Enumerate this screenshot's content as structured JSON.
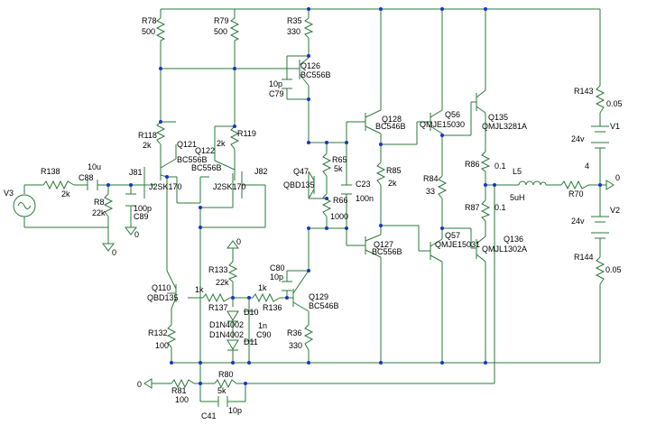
{
  "labels": {
    "R78": "R78",
    "R78v": "500",
    "R79": "R79",
    "R79v": "500",
    "R35": "R35",
    "R35v": "330",
    "Q126": "Q126",
    "Q126t": "BC556B",
    "C79v": "10p",
    "C79": "C79",
    "R143": "R143",
    "R143v": "0.05",
    "V1": "V1",
    "V1v": "24v",
    "R118": "R118",
    "R118v": "2k",
    "Q121": "Q121",
    "Q121t": "BC556B",
    "Q122": "Q122",
    "Q122t": "BC556B",
    "R119": "R119",
    "R119v": "2k",
    "Q128": "Q128",
    "Q128t": "BC546B",
    "Q56": "Q56",
    "Q56t": "QMJE15030",
    "Q135": "Q135",
    "Q135t": "QMJL3281A",
    "R138": "R138",
    "R138v": "2k",
    "C88v": "10u",
    "C88": "C88",
    "J81": "J81",
    "J81t": "J2SK170",
    "J82t": "J2SK170",
    "J82": "J82",
    "R8": "R8",
    "R8v": "22k",
    "V3": "V3",
    "C89v": "100p",
    "C89": "C89",
    "Q47": "Q47",
    "Q47t": "QBD135",
    "R65": "R65",
    "R65v": "5k",
    "C23": "C23",
    "C23v": "100n",
    "R66": "R66",
    "R66v": "1000",
    "R85": "R85",
    "R85v": "2k",
    "R84": "R84",
    "R84v": "33",
    "R86": "R86",
    "R86v": "0.1",
    "R87": "R87",
    "R87v": "0.1",
    "L5": "L5",
    "L5v": "5uH",
    "R70": "R70",
    "out4": "4",
    "out0": "0",
    "V2": "V2",
    "V2v": "24v",
    "R144": "R144",
    "R144v": "0.05",
    "Q127": "Q127",
    "Q127t": "BC556B",
    "Q57": "Q57",
    "Q57t": "QMJE15031",
    "Q136": "Q136",
    "Q136t": "QMJL1302A",
    "gnd0a": "0",
    "gnd0b": "0",
    "gnd0c": "0",
    "gnd0d": "0",
    "R133": "R133",
    "R133v": "22k",
    "C80": "C80",
    "C80v": "10p",
    "Q110": "Q110",
    "Q110t": "QBD135",
    "R137v": "1k",
    "R137": "R137",
    "R136v": "1k",
    "R136": "R136",
    "Q129": "Q129",
    "Q129t": "BC546B",
    "D10": "D10",
    "D10t": "D1N4002",
    "D11t": "D1N4002",
    "D11": "D11",
    "C90v": "1n",
    "C90": "C90",
    "R132": "R132",
    "R132v": "100",
    "R36": "R36",
    "R36v": "330",
    "R81": "R81",
    "R81v": "100",
    "R80": "R80",
    "R80v": "5k",
    "C41": "C41",
    "C41v": "10p"
  }
}
